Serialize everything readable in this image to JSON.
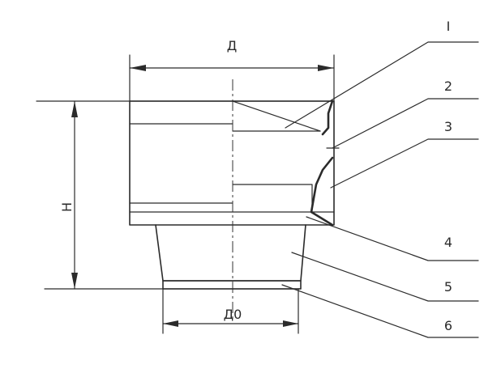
{
  "dimensions": {
    "top_width": "Д",
    "height": "Н",
    "bottom_width": "Д0"
  },
  "callouts": [
    "I",
    "2",
    "3",
    "4",
    "5",
    "6"
  ]
}
